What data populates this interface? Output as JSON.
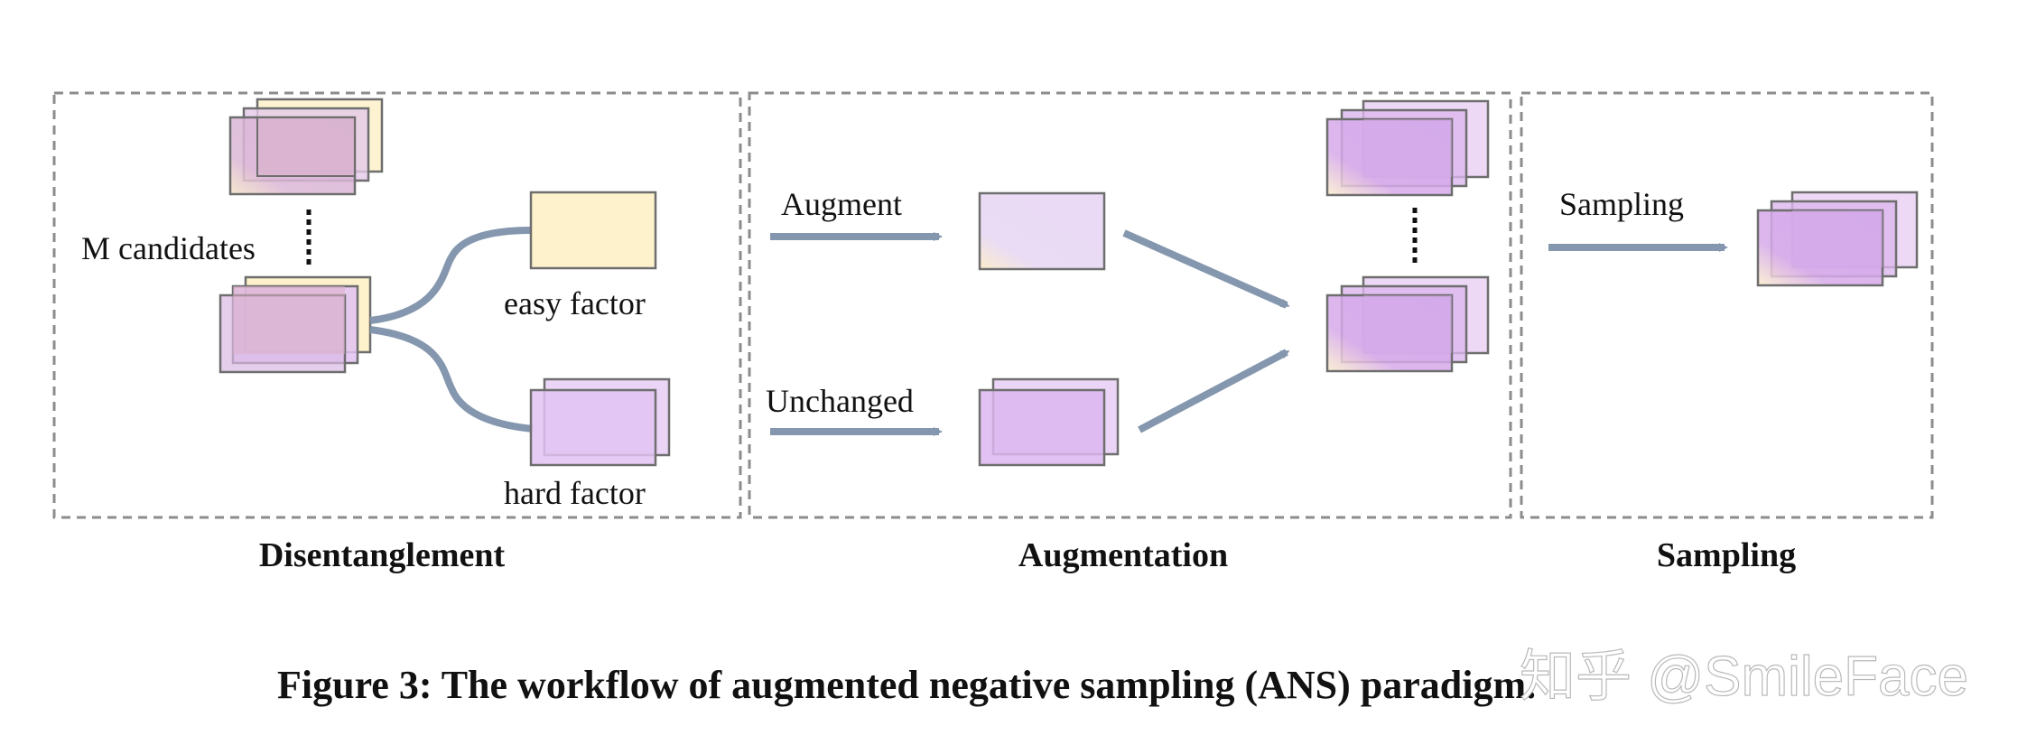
{
  "labels": {
    "m_candidates": "M candidates",
    "easy_factor": "easy factor",
    "hard_factor": "hard factor",
    "augment": "Augment",
    "unchanged": "Unchanged",
    "sampling_arrow": "Sampling"
  },
  "sections": {
    "disentanglement": "Disentanglement",
    "augmentation": "Augmentation",
    "sampling": "Sampling"
  },
  "caption": "Figure 3: The workflow of augmented negative sampling (ANS) paradigm.",
  "watermark": "知乎 @SmileFace",
  "colors": {
    "arrow": "#8497ae",
    "border": "#8c8c8c",
    "easy": "#fdf2cc",
    "hard": "#e2c3f2",
    "mixed": "#ddb8d6",
    "augmented": "#eadcf5"
  }
}
